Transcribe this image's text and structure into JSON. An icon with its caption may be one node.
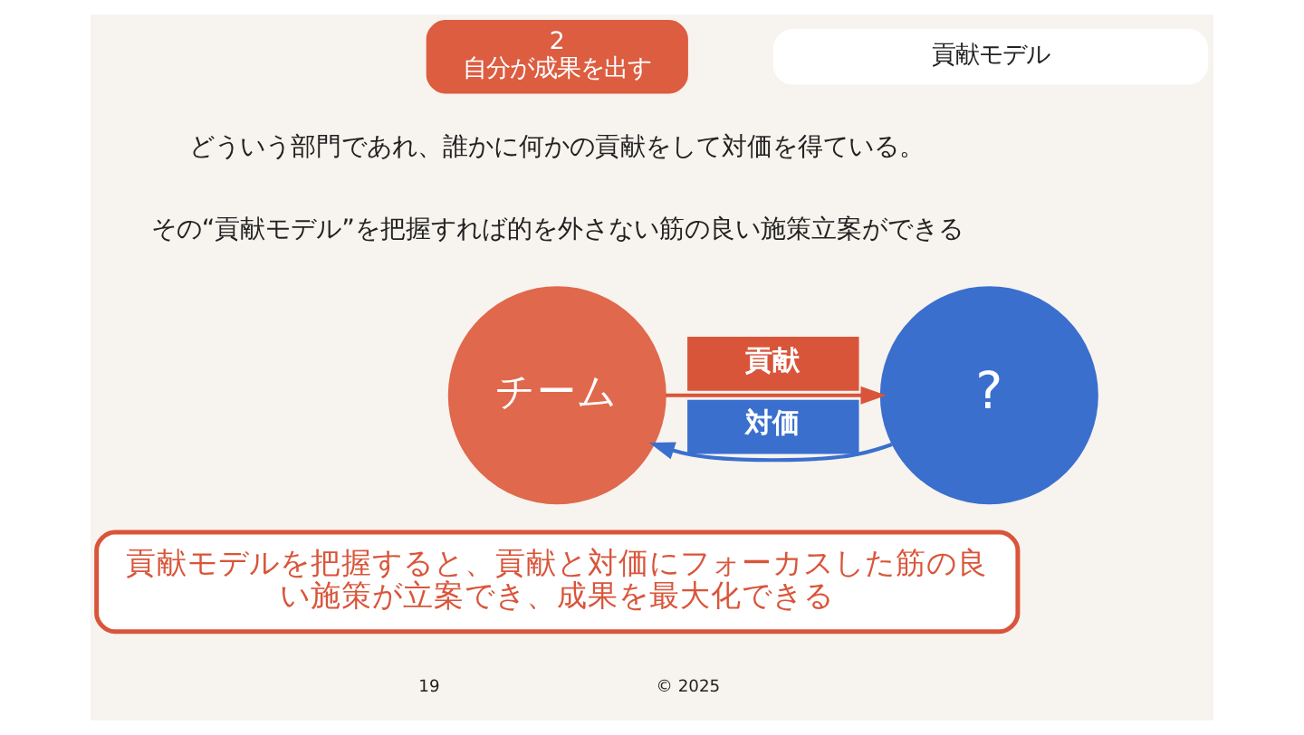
{
  "diagram": {
    "nodes": [
      {
        "text": [
          "2",
          "自分が成果を出す"
        ]
      },
      {
        "text": [
          "貢献モデル"
        ]
      },
      {
        "text": [
          "チーム"
        ]
      },
      {
        "text": [
          "?"
        ]
      },
      {
        "text": [
          "貢献モデルを把握すると、貢献と対価にフォーカスした筋の良い施策が立案でき、成果を最大化できる"
        ]
      }
    ],
    "edges": [
      {
        "from": 2,
        "to": 3,
        "arrow": "to",
        "label": "貢献",
        "color": "#d9553a"
      },
      {
        "from": 3,
        "to": 2,
        "arrow": "to",
        "label": "対価",
        "color": "#3a6fce"
      }
    ],
    "labels": [
      "どういう部門であれ、誰かに何かの貢献をして対価を得ている。",
      "その“貢献モデル”を把握すれば的を外さない筋の良い施策立案ができる",
      "19",
      "© 2025"
    ]
  }
}
